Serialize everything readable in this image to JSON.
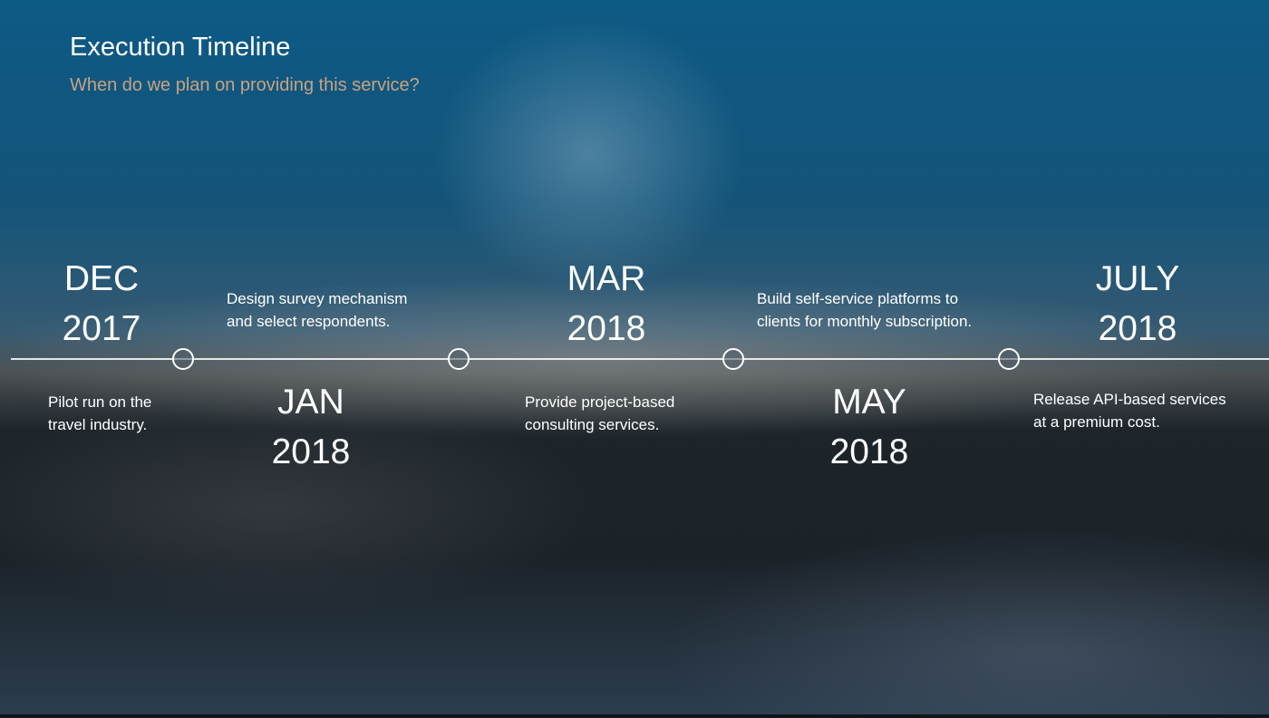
{
  "slide": {
    "title": "Execution Timeline",
    "subtitle": "When do we plan on providing this service?"
  },
  "milestones": [
    {
      "month": "DEC",
      "year": "2017",
      "desc_line1": "Pilot run on the",
      "desc_line2": "travel industry."
    },
    {
      "month": "JAN",
      "year": "2018",
      "desc_line1": "Design survey mechanism",
      "desc_line2": "and select respondents."
    },
    {
      "month": "MAR",
      "year": "2018",
      "desc_line1": "Provide project-based",
      "desc_line2": "consulting services."
    },
    {
      "month": "MAY",
      "year": "2018",
      "desc_line1": "Build self-service platforms to",
      "desc_line2": "clients for monthly subscription."
    },
    {
      "month": "JULY",
      "year": "2018",
      "desc_line1": "Release API-based services",
      "desc_line2": "at a premium cost."
    }
  ]
}
